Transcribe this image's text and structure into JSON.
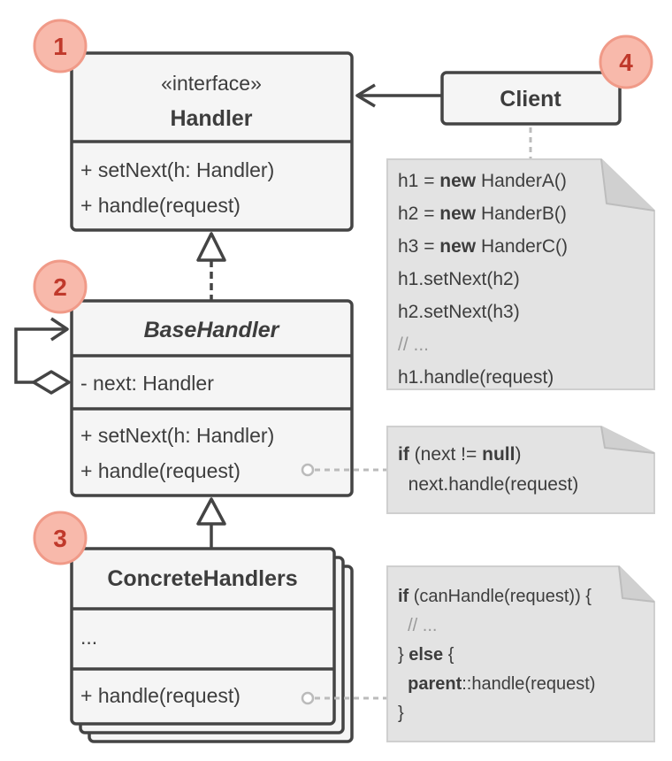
{
  "badges": [
    "1",
    "2",
    "3",
    "4"
  ],
  "handler": {
    "stereotype": "«interface»",
    "name": "Handler",
    "methods": [
      "+ setNext(h: Handler)",
      "+ handle(request)"
    ]
  },
  "base_handler": {
    "name": "BaseHandler",
    "fields": [
      "- next: Handler"
    ],
    "methods": [
      "+ setNext(h: Handler)",
      "+ handle(request)"
    ]
  },
  "concrete_handlers": {
    "name": "ConcreteHandlers",
    "fields": [
      "..."
    ],
    "methods": [
      "+ handle(request)"
    ]
  },
  "client": {
    "name": "Client"
  },
  "client_note": {
    "lines": [
      [
        {
          "t": "h1 = "
        },
        {
          "t": "new",
          "b": true
        },
        {
          "t": " HanderA()"
        }
      ],
      [
        {
          "t": "h2 = "
        },
        {
          "t": "new",
          "b": true
        },
        {
          "t": " HanderB()"
        }
      ],
      [
        {
          "t": "h3 = "
        },
        {
          "t": "new",
          "b": true
        },
        {
          "t": " HanderC()"
        }
      ],
      [
        {
          "t": "h1.setNext(h2)"
        }
      ],
      [
        {
          "t": "h2.setNext(h3)"
        }
      ],
      [
        {
          "t": "// ...",
          "c": true
        }
      ],
      [
        {
          "t": "h1.handle(request)"
        }
      ]
    ]
  },
  "base_note": {
    "lines": [
      [
        {
          "t": "if",
          "b": true
        },
        {
          "t": " (next != "
        },
        {
          "t": "null",
          "b": true
        },
        {
          "t": ")"
        }
      ],
      [
        {
          "t": "  next.handle(request)"
        }
      ]
    ]
  },
  "concrete_note": {
    "lines": [
      [
        {
          "t": "if",
          "b": true
        },
        {
          "t": " (canHandle(request)) {"
        }
      ],
      [
        {
          "t": "  // ...",
          "c": true
        }
      ],
      [
        {
          "t": "} "
        },
        {
          "t": "else",
          "b": true
        },
        {
          "t": " {"
        }
      ],
      [
        {
          "t": "  "
        },
        {
          "t": "parent",
          "b": true
        },
        {
          "t": "::handle(request)"
        }
      ],
      [
        {
          "t": "}"
        }
      ]
    ]
  }
}
